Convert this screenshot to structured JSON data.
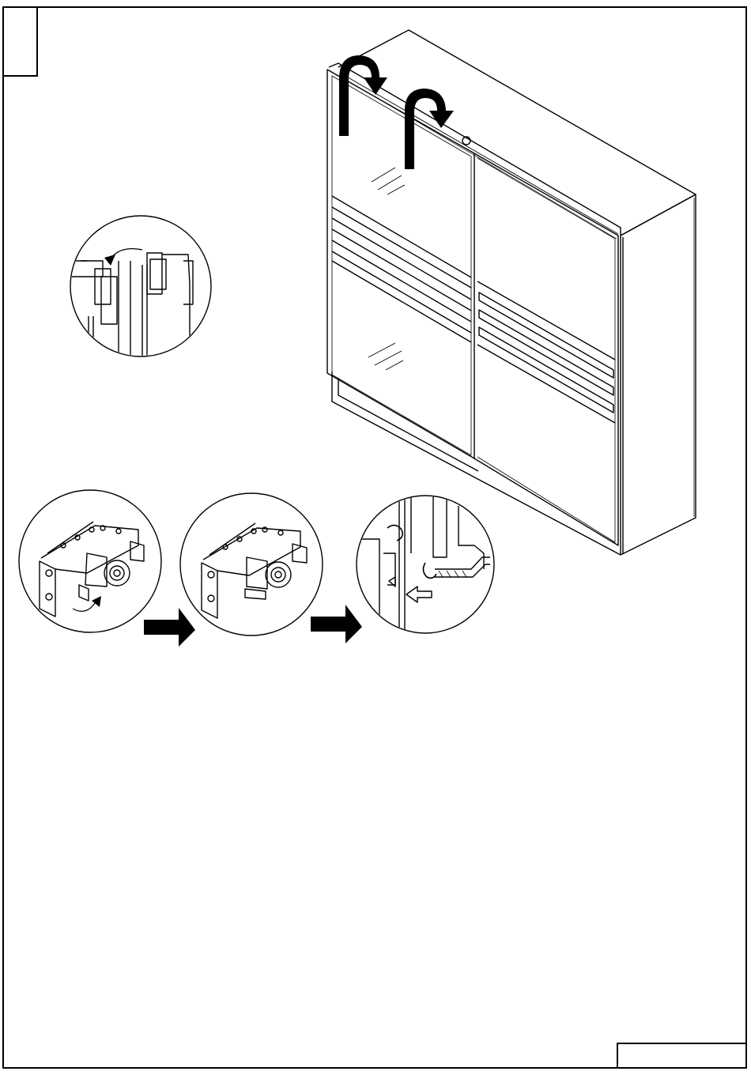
{
  "diagram": {
    "step_number": "",
    "page_number": "",
    "colors": {
      "line": "#000000",
      "fill": "#ffffff",
      "arrow": "#000000"
    },
    "parts": [
      "wardrobe",
      "sliding-door-left",
      "sliding-door-right",
      "top-track",
      "curved-arrow",
      "detail-view-top-guide",
      "detail-view-roller-unlocked",
      "detail-view-roller-locked",
      "detail-view-roller-in-track",
      "sequence-arrow"
    ]
  }
}
